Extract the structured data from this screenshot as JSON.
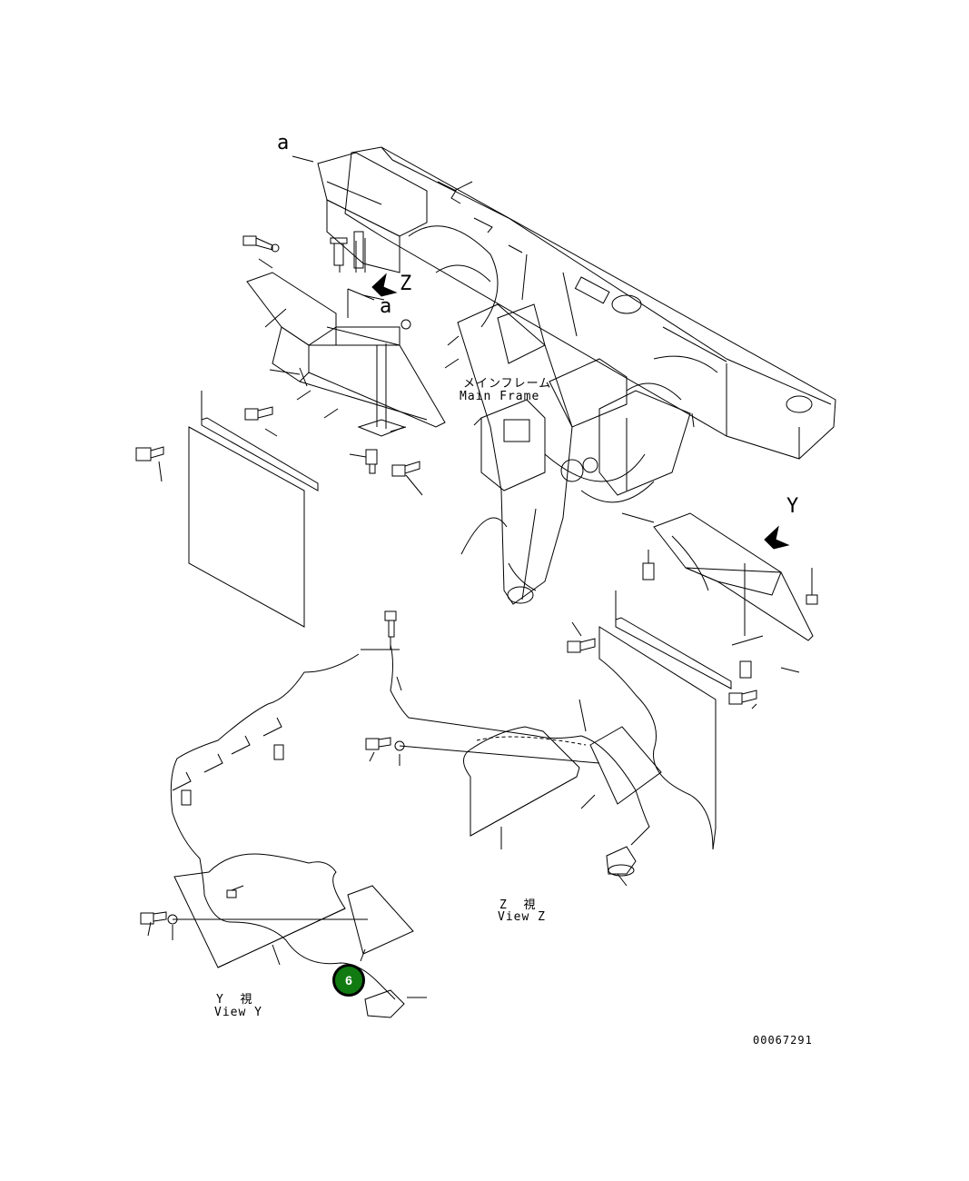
{
  "labels": {
    "ref_a_top": "a",
    "ref_a_mid": "a",
    "ref_z": "Z",
    "ref_y": "Y",
    "main_frame_jp": "メインフレーム",
    "main_frame_en": "Main Frame",
    "view_z_jp": "Z  視",
    "view_z_en": "View Z",
    "view_y_jp": "Y  視",
    "view_y_en": "View Y",
    "drawing_number": "00067291"
  },
  "callout": {
    "label": "6",
    "color": "#117a11"
  }
}
